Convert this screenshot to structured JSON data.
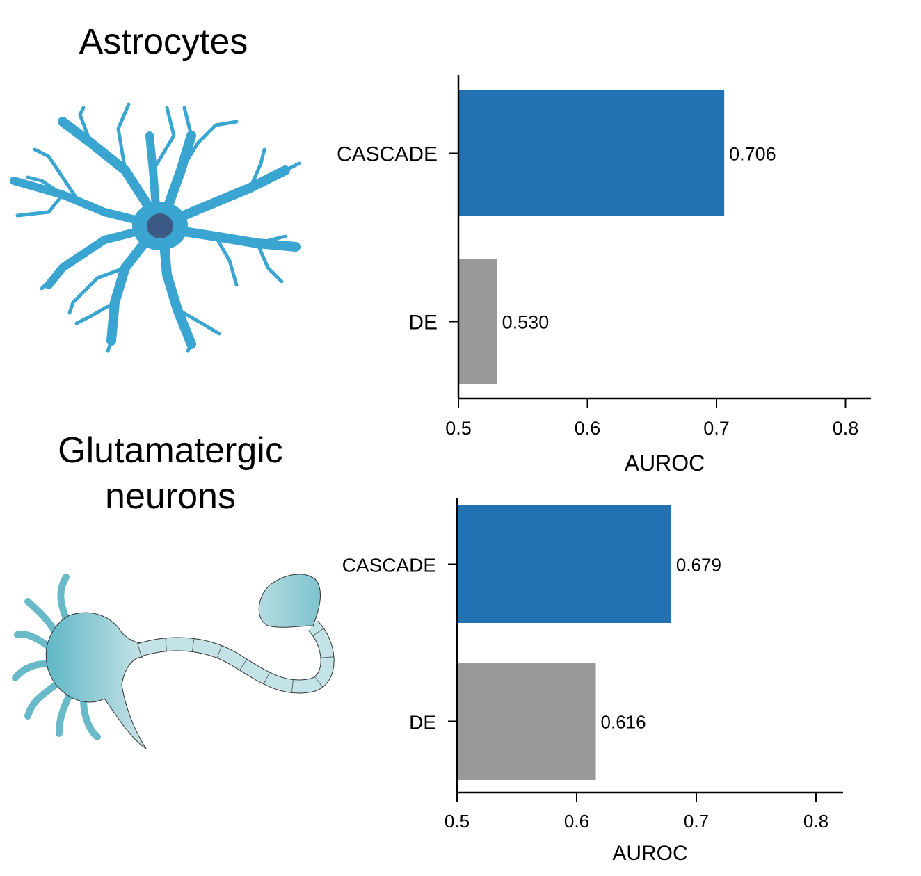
{
  "panels": [
    {
      "title": "Astrocytes",
      "illustration_icon": "astrocyte-icon",
      "cell_color": "#3aa5d0",
      "nucleus_color": "#3d5a86"
    },
    {
      "title": "Glutamatergic neurons",
      "title_lines": [
        "Glutamatergic",
        "neurons"
      ],
      "illustration_icon": "glutamatergic-neuron-icon",
      "cell_color": "#7fc3cf"
    }
  ],
  "chart_data": [
    {
      "type": "bar",
      "orientation": "horizontal",
      "categories": [
        "CASCADE",
        "DE"
      ],
      "values": [
        0.706,
        0.53
      ],
      "value_labels": [
        "0.706",
        "0.530"
      ],
      "colors": [
        "#2271b3",
        "#999999"
      ],
      "xlabel": "AUROC",
      "ylabel": "",
      "xlim": [
        0.5,
        0.82
      ],
      "xticks": [
        "0.5",
        "0.6",
        "0.7",
        "0.8"
      ],
      "grid": false
    },
    {
      "type": "bar",
      "orientation": "horizontal",
      "categories": [
        "CASCADE",
        "DE"
      ],
      "values": [
        0.679,
        0.616
      ],
      "value_labels": [
        "0.679",
        "0.616"
      ],
      "colors": [
        "#2271b3",
        "#999999"
      ],
      "xlabel": "AUROC",
      "ylabel": "",
      "xlim": [
        0.5,
        0.82
      ],
      "xticks": [
        "0.5",
        "0.6",
        "0.7",
        "0.8"
      ],
      "grid": false
    }
  ]
}
